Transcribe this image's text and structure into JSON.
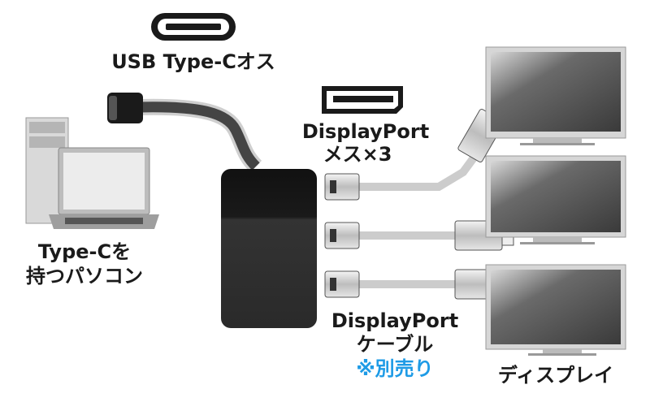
{
  "labels": {
    "usb_plug": "USB Type-Cオス",
    "dp_port_line1": "DisplayPort",
    "dp_port_line2": "メス×3",
    "pc_line1": "Type-Cを",
    "pc_line2": "持つパソコン",
    "cable_line1": "DisplayPort",
    "cable_line2": "ケーブル",
    "cable_note": "※別売り",
    "display": "ディスプレイ"
  },
  "colors": {
    "note": "#1e9be6",
    "adapter": "#222222"
  }
}
